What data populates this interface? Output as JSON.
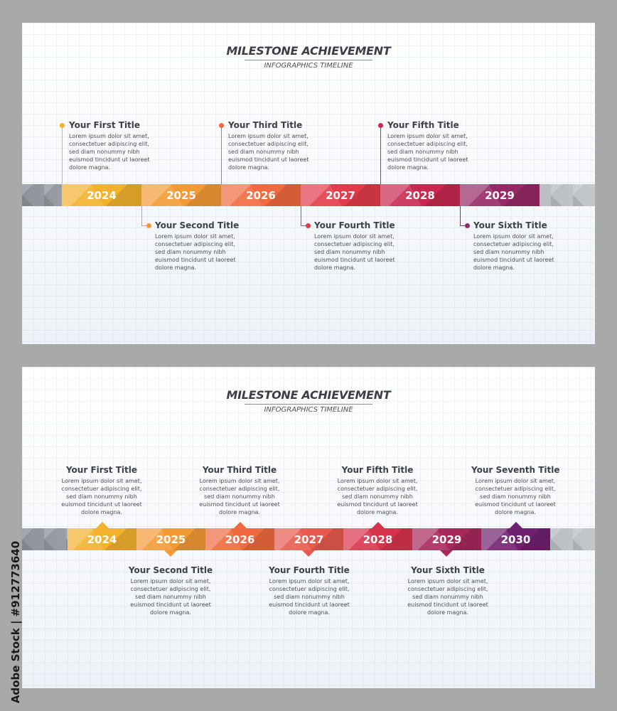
{
  "colors": {
    "y2024": "#f2b22e",
    "y2025": "#f39a35",
    "y2026": "#ef6a3f",
    "y2027": "#e23c4c",
    "y2028": "#c7284f",
    "y2029": "#972866",
    "y2030": "#6f2170"
  },
  "side_credit": "Adobe Stock | #912773640",
  "panel1": {
    "title": "MILESTONE ACHIEVEMENT",
    "subtitle": "INFOGRAPHICS TIMELINE",
    "years": [
      "2024",
      "2025",
      "2026",
      "2027",
      "2028",
      "2029"
    ],
    "items": [
      {
        "title": "Your First Title",
        "text": [
          "Lorem ipsum dolor sit amet,",
          "consectetuer adipiscing elit,",
          "sed diam nonummy nibh",
          "euismod tincidunt ut laoreet",
          "dolore magna."
        ]
      },
      {
        "title": "Your Second Title",
        "text": [
          "Lorem ipsum dolor sit amet,",
          "consectetuer adipiscing elit,",
          "sed diam nonummy nibh",
          "euismod tincidunt ut laoreet",
          "dolore magna."
        ]
      },
      {
        "title": "Your Third Title",
        "text": [
          "Lorem ipsum dolor sit amet,",
          "consectetuer adipiscing elit,",
          "sed diam nonummy nibh",
          "euismod tincidunt ut laoreet",
          "dolore magna."
        ]
      },
      {
        "title": "Your Fourth Title",
        "text": [
          "Lorem ipsum dolor sit amet,",
          "consectetuer adipiscing elit,",
          "sed diam nonummy nibh",
          "euismod tincidunt ut laoreet",
          "dolore magna."
        ]
      },
      {
        "title": "Your Fifth Title",
        "text": [
          "Lorem ipsum dolor sit amet,",
          "consectetuer adipiscing elit,",
          "sed diam nonummy nibh",
          "euismod tincidunt ut laoreet",
          "dolore magna."
        ]
      },
      {
        "title": "Your Sixth Title",
        "text": [
          "Lorem ipsum dolor sit amet,",
          "consectetuer adipiscing elit,",
          "sed diam nonummy nibh",
          "euismod tincidunt ut laoreet",
          "dolore magna."
        ]
      }
    ]
  },
  "panel2": {
    "title": "MILESTONE ACHIEVEMENT",
    "subtitle": "INFOGRAPHICS TIMELINE",
    "years": [
      "2024",
      "2025",
      "2026",
      "2027",
      "2028",
      "2029",
      "2030"
    ],
    "items": [
      {
        "title": "Your First Title",
        "text": [
          "Lorem ipsum dolor sit amet,",
          "consectetuer adipiscing elit,",
          "sed diam nonummy nibh",
          "euismod tincidunt ut laoreet",
          "dolore magna."
        ]
      },
      {
        "title": "Your Second Title",
        "text": [
          "Lorem ipsum dolor sit amet,",
          "consectetuer adipiscing elit,",
          "sed diam nonummy nibh",
          "euismod tincidunt ut laoreet",
          "dolore magna."
        ]
      },
      {
        "title": "Your Third Title",
        "text": [
          "Lorem ipsum dolor sit amet,",
          "consectetuer adipiscing elit,",
          "sed diam nonummy nibh",
          "euismod tincidunt ut laoreet",
          "dolore magna."
        ]
      },
      {
        "title": "Your Fourth Title",
        "text": [
          "Lorem ipsum dolor sit amet,",
          "consectetuer adipiscing elit,",
          "sed diam nonummy nibh",
          "euismod tincidunt ut laoreet",
          "dolore magna."
        ]
      },
      {
        "title": "Your Fifth Title",
        "text": [
          "Lorem ipsum dolor sit amet,",
          "consectetuer adipiscing elit,",
          "sed diam nonummy nibh",
          "euismod tincidunt ut laoreet",
          "dolore magna."
        ]
      },
      {
        "title": "Your Sixth Title",
        "text": [
          "Lorem ipsum dolor sit amet,",
          "consectetuer adipiscing elit,",
          "sed diam nonummy nibh",
          "euismod tincidunt ut laoreet",
          "dolore magna."
        ]
      },
      {
        "title": "Your Seventh Title",
        "text": [
          "Lorem ipsum dolor sit amet,",
          "consectetuer adipiscing elit,",
          "sed diam nonummy nibh",
          "euismod tincidunt ut laoreet",
          "dolore magna."
        ]
      }
    ]
  }
}
